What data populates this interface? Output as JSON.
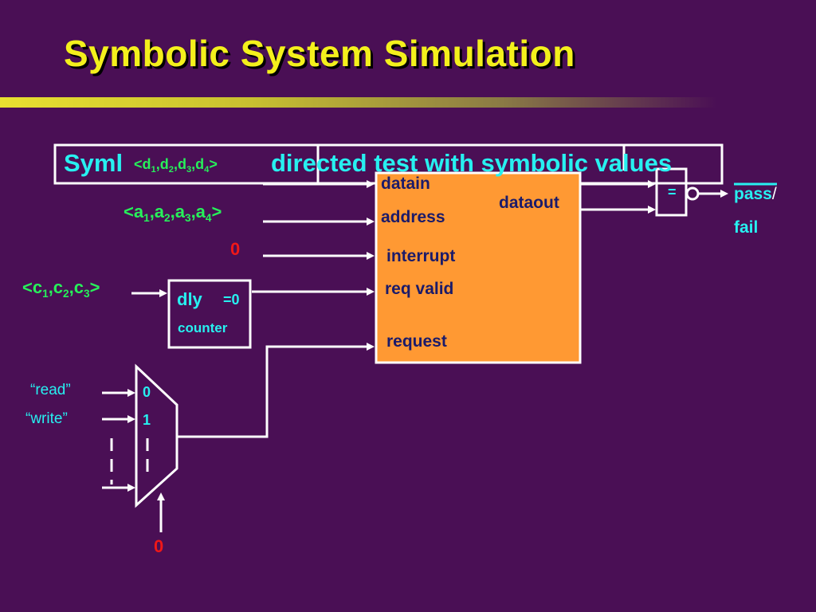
{
  "title": "Symbolic System Simulation",
  "banner": {
    "left_text": "Syml",
    "right_text": "directed test with symbolic values"
  },
  "inputs": {
    "d_seq": {
      "open": "<",
      "items": [
        "d",
        "1",
        ",d",
        "2",
        ",d",
        "3",
        ",d",
        "4"
      ],
      "close": ">"
    },
    "a_seq": {
      "open": "<",
      "items": [
        "a",
        "1",
        ",a",
        "2",
        ",a",
        "3",
        ",a",
        "4"
      ],
      "close": ">"
    },
    "c_seq": {
      "open": "<",
      "items": [
        "c",
        "1",
        ",c",
        "2",
        ",c",
        "3"
      ],
      "close": ">"
    },
    "interrupt_value": "0",
    "mux_select_value": "0",
    "read": "“read”",
    "write": "“write”"
  },
  "dut": {
    "ports": {
      "datain": "datain",
      "address": "address",
      "interrupt": "interrupt",
      "req_valid": "req valid",
      "request": "request",
      "dataout": "dataout"
    }
  },
  "counter": {
    "name": "dly",
    "eq": "=0",
    "label": "counter"
  },
  "mux": {
    "in0": "0",
    "in1": "1"
  },
  "comparator": {
    "symbol": "="
  },
  "result": {
    "pass": "pass",
    "slash": "/",
    "fail": "fail"
  },
  "colors": {
    "background": "#4a0f55",
    "title": "#f4f01c",
    "cyan": "#27f0f0",
    "green": "#27f05a",
    "red": "#f01818",
    "dut_fill": "#ff9933"
  }
}
